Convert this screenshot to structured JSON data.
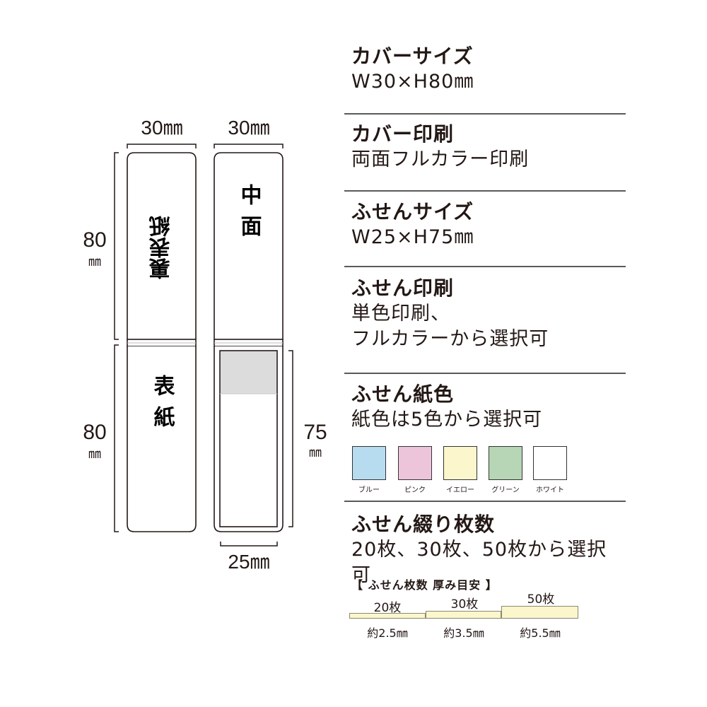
{
  "diagram": {
    "cover_width_left": "30㎜",
    "cover_width_right": "30㎜",
    "height_top_num": "80",
    "height_top_unit": "㎜",
    "height_bottom_num": "80",
    "height_bottom_unit": "㎜",
    "sticky_height_num": "75",
    "sticky_height_unit": "㎜",
    "sticky_width": "25㎜",
    "back_cover_label": "裏表紙",
    "front_cover_label": "表紙",
    "inside_label": "中面"
  },
  "specs": [
    {
      "heading": "カバーサイズ",
      "lines": [
        "W30×H80㎜"
      ]
    },
    {
      "heading": "カバー印刷",
      "lines": [
        "両面フルカラー印刷"
      ]
    },
    {
      "heading": "ふせんサイズ",
      "lines": [
        "W25×H75㎜"
      ]
    },
    {
      "heading": "ふせん印刷",
      "lines": [
        "単色印刷、",
        "フルカラーから選択可"
      ]
    },
    {
      "heading": "ふせん紙色",
      "lines": [
        "紙色は5色から選択可"
      ]
    },
    {
      "heading": "ふせん綴り枚数",
      "lines": [
        "20枚、30枚、50枚から選択可"
      ]
    }
  ],
  "paper_colors": [
    {
      "label": "ブルー",
      "color": "#b7dcf0"
    },
    {
      "label": "ピンク",
      "color": "#ecc5db"
    },
    {
      "label": "イエロー",
      "color": "#fbf6cc"
    },
    {
      "label": "グリーン",
      "color": "#b6d6b5"
    },
    {
      "label": "ホワイト",
      "color": "#ffffff"
    }
  ],
  "thickness": {
    "title": "【 ふせん枚数 厚み目安 】",
    "items": [
      {
        "count": "20枚",
        "thickness": "約2.5㎜"
      },
      {
        "count": "30枚",
        "thickness": "約3.5㎜"
      },
      {
        "count": "50枚",
        "thickness": "約5.5㎜"
      }
    ]
  }
}
